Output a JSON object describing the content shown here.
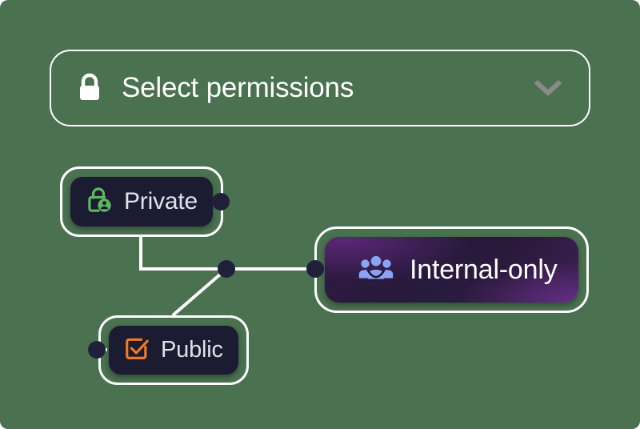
{
  "background_color": "#4a7150",
  "select": {
    "label": "Select permissions",
    "lock_icon": "lock-icon",
    "chevron_icon": "chevron-down-icon",
    "border_color": "#ffffff",
    "text_color": "#ffffff",
    "chevron_color": "#8a8a8a"
  },
  "nodes": [
    {
      "id": "private",
      "label": "Private",
      "icon": "lock-person-icon",
      "icon_color": "#5cb860",
      "card_color": "#1b1b31",
      "text_color": "#dfe0ea",
      "selected": false
    },
    {
      "id": "public",
      "label": "Public",
      "icon": "checkbox-checked-icon",
      "icon_color": "#f47b20",
      "card_color": "#1b1b31",
      "text_color": "#dfe0ea",
      "selected": false
    },
    {
      "id": "internal-only",
      "label": "Internal-only",
      "icon": "groups-icon",
      "icon_color": "#8ba3f5",
      "card_color": "#2d1a40",
      "text_color": "#ffffff",
      "selected": true
    }
  ],
  "edges": {
    "stroke_color": "#ffffff",
    "dot_color": "#20203a",
    "connections": [
      {
        "from": "private",
        "to": "junction"
      },
      {
        "from": "public",
        "to": "junction"
      },
      {
        "from": "junction",
        "to": "internal-only"
      }
    ]
  }
}
